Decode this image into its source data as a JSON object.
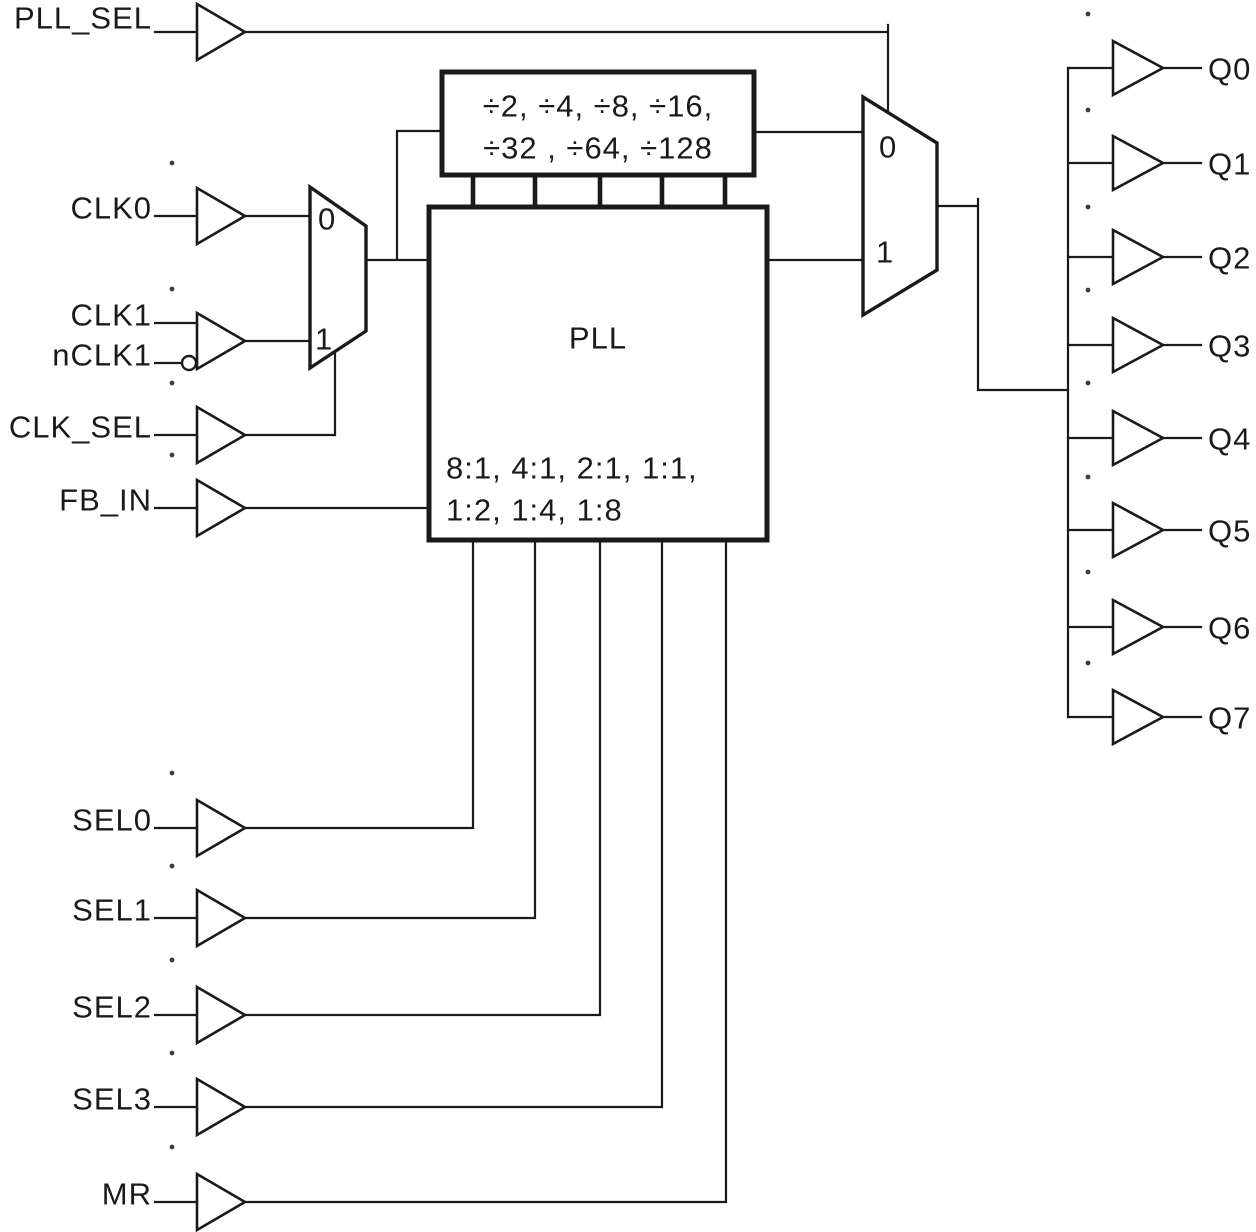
{
  "diagram": {
    "colors": {
      "ink": "#1a1a1a",
      "background": "#ffffff"
    },
    "inputs": {
      "pll_sel": "PLL_SEL",
      "clk0": "CLK0",
      "clk1": "CLK1",
      "nclk1": "nCLK1",
      "clk_sel": "CLK_SEL",
      "fb_in": "FB_IN",
      "sel0": "SEL0",
      "sel1": "SEL1",
      "sel2": "SEL2",
      "sel3": "SEL3",
      "mr": "MR"
    },
    "outputs": {
      "q0": "Q0",
      "q1": "Q1",
      "q2": "Q2",
      "q3": "Q3",
      "q4": "Q4",
      "q5": "Q5",
      "q6": "Q6",
      "q7": "Q7"
    },
    "divider_block": {
      "line1": "÷2, ÷4, ÷8, ÷16,",
      "line2": "÷32 , ÷64, ÷128"
    },
    "pll_block": {
      "name": "PLL",
      "ratios_line1": "8:1, 4:1, 2:1, 1:1,",
      "ratios_line2": "1:2, 1:4, 1:8"
    },
    "input_mux": {
      "input0": "0",
      "input1": "1"
    },
    "output_mux": {
      "input0": "0",
      "input1": "1"
    }
  }
}
